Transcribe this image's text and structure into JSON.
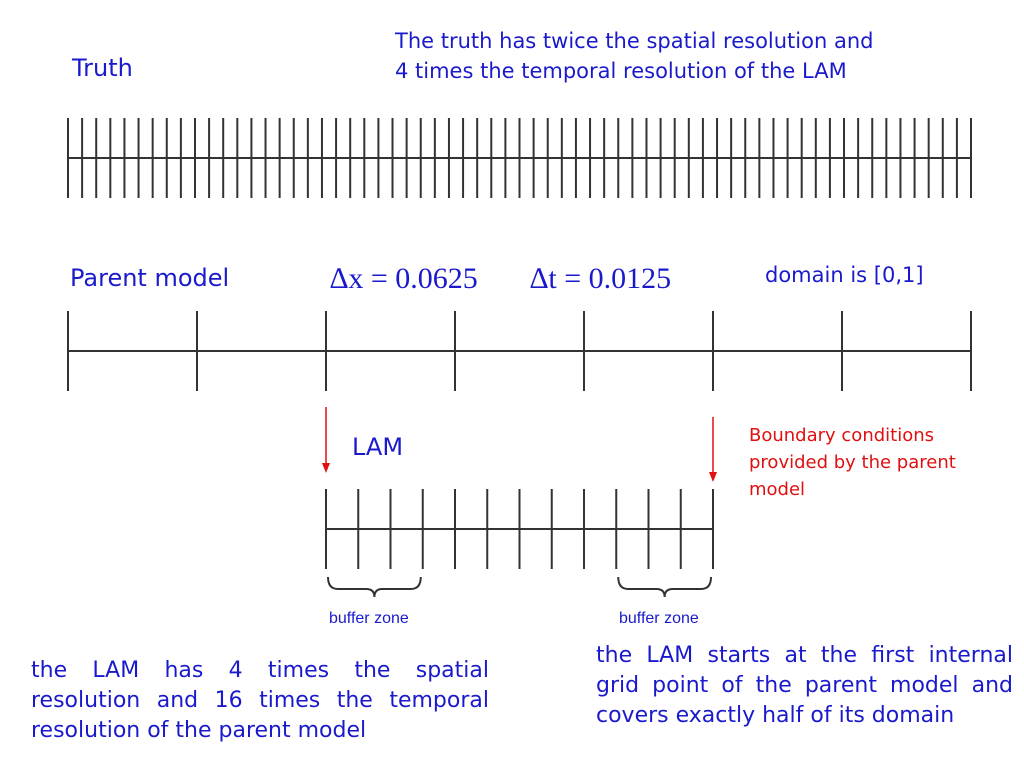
{
  "labels": {
    "truth": "Truth",
    "truth_note_line1": "The truth has twice the spatial resolution and",
    "truth_note_line2": "4 times the temporal resolution of the LAM",
    "parent": "Parent model",
    "dx": "∆x = 0.0625",
    "dt": "∆t = 0.0125",
    "domain": "domain is [0,1]",
    "lam": "LAM",
    "bc_line1": "Boundary conditions",
    "bc_line2": "provided by the parent",
    "bc_line3": "model",
    "buffer_left": "buffer zone",
    "buffer_right": "buffer zone",
    "lam_note": "the LAM has 4 times the spatial resolution and 16 times the temporal resolution of the parent model",
    "lam_start_note": "the LAM starts at the first internal grid point of the parent model and covers exactly half of its domain"
  },
  "grids": {
    "truth_intervals": 64,
    "parent_intervals": 7,
    "lam_intervals": 12
  },
  "colors": {
    "text": "#1a1acc",
    "boundary": "#e01010",
    "line": "#333333"
  }
}
